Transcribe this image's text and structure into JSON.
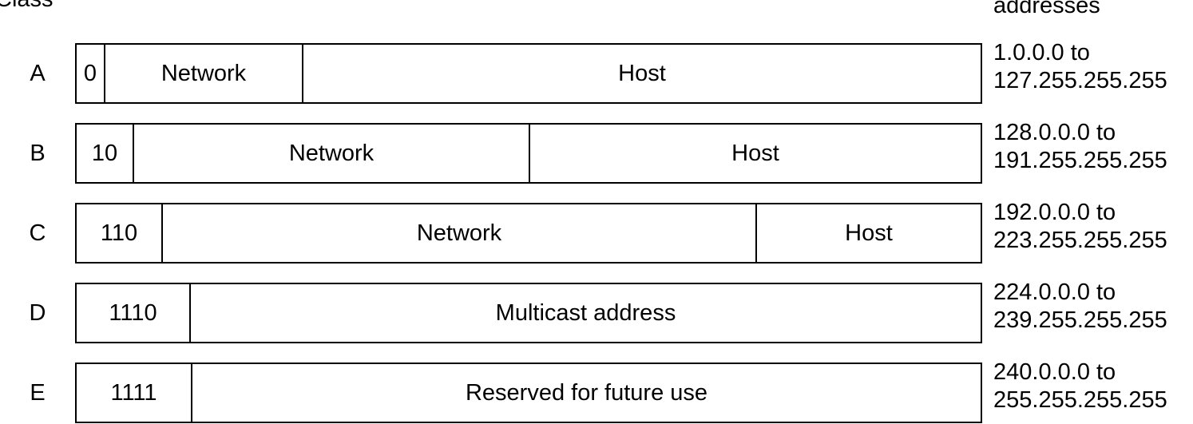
{
  "headers": {
    "class": "Class",
    "range": "addresses"
  },
  "rows": [
    {
      "class": "A",
      "prefix": "0",
      "network": "Network",
      "host": "Host",
      "range_from": "1.0.0.0 to",
      "range_to": "127.255.255.255"
    },
    {
      "class": "B",
      "prefix": "10",
      "network": "Network",
      "host": "Host",
      "range_from": "128.0.0.0 to",
      "range_to": "191.255.255.255"
    },
    {
      "class": "C",
      "prefix": "110",
      "network": "Network",
      "host": "Host",
      "range_from": "192.0.0.0 to",
      "range_to": "223.255.255.255"
    },
    {
      "class": "D",
      "prefix": "1110",
      "body": "Multicast address",
      "range_from": "224.0.0.0 to",
      "range_to": "239.255.255.255"
    },
    {
      "class": "E",
      "prefix": "1111",
      "body": "Reserved for future use",
      "range_from": "240.0.0.0 to",
      "range_to": "255.255.255.255"
    }
  ]
}
